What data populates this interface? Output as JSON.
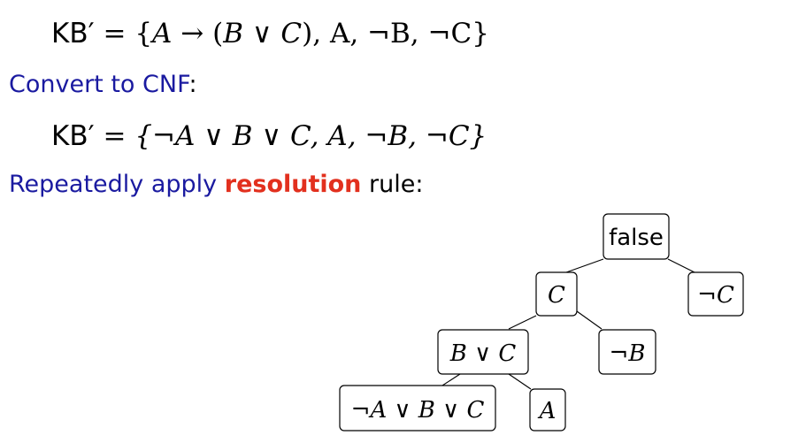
{
  "kb_original": {
    "lhs": "KB′",
    "eq": " = {",
    "a1": "A",
    "arrow": " → (",
    "b1": "B",
    "or1": " ∨ ",
    "c1": "C",
    "rest": "), A, ¬B, ¬C}"
  },
  "step_convert": {
    "text": "Convert to CNF",
    "colon": ":"
  },
  "kb_cnf": {
    "lhs": "KB′",
    "body": " = {¬A ∨ B ∨ C, A, ¬B, ¬C}"
  },
  "step_resolve": {
    "pre": "Repeatedly apply ",
    "keyword": "resolution",
    "post_label": " rule",
    "colon": ":"
  },
  "tree": {
    "root": "false",
    "n_c": "C",
    "n_not_c": "¬C",
    "n_b_or_c": "B ∨ C",
    "n_not_b": "¬B",
    "n_clause": "¬A ∨ B ∨ C",
    "n_a": "A"
  },
  "colors": {
    "prose": "#1a1aa0",
    "highlight": "#e2301e"
  }
}
